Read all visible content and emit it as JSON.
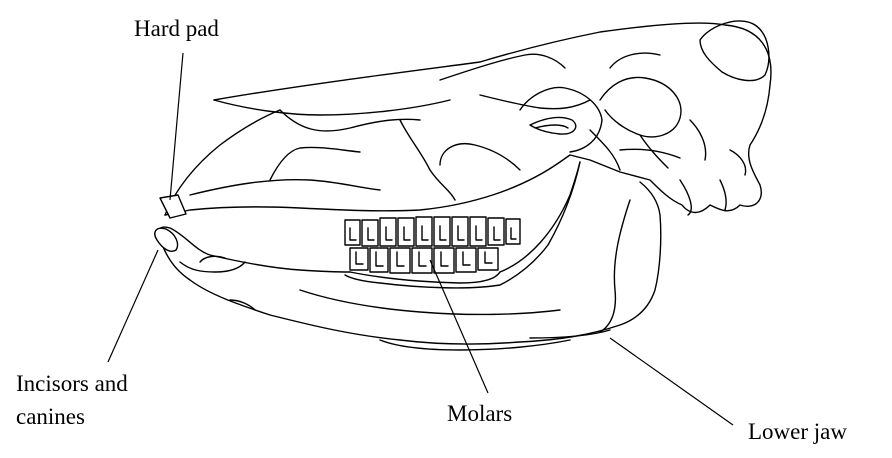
{
  "labels": {
    "hard_pad": "Hard pad",
    "incisors_line1": "Incisors and",
    "incisors_line2": "canines",
    "molars": "Molars",
    "lower_jaw": "Lower jaw"
  }
}
